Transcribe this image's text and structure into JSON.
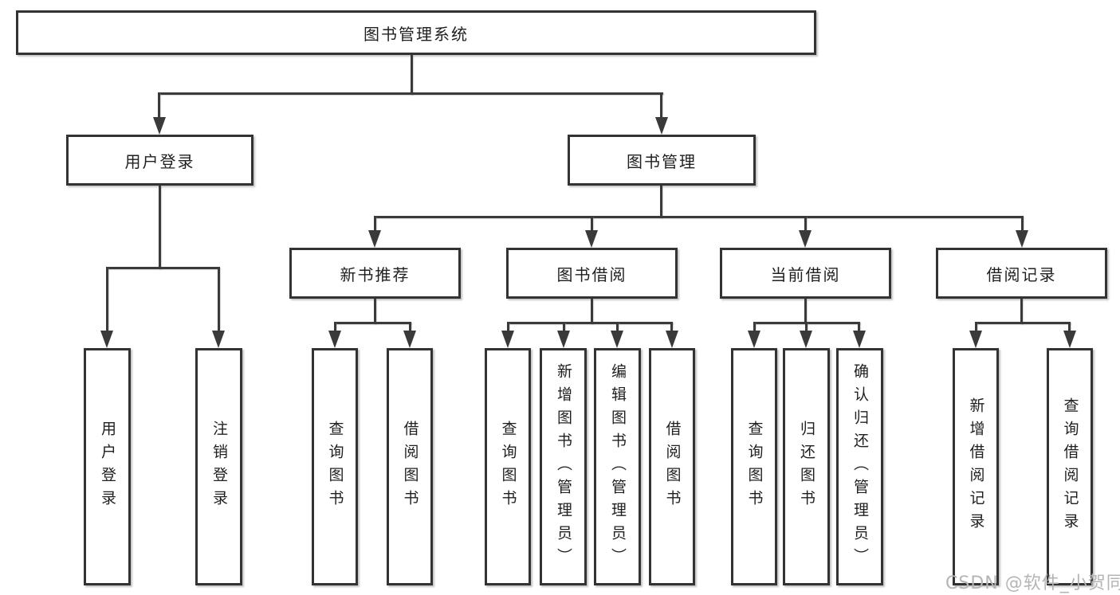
{
  "diagram": {
    "title": "图书管理系统",
    "level2": {
      "user_login": "用户登录",
      "book_mgmt": "图书管理"
    },
    "level3": {
      "new_books": "新书推荐",
      "borrowing": "图书借阅",
      "current": "当前借阅",
      "records": "借阅记录"
    },
    "leaves": {
      "user_login_login": "用户登录",
      "user_login_logout": "注销登录",
      "new_books_query": "查询图书",
      "new_books_borrow": "借阅图书",
      "borrowing_query": "查询图书",
      "borrowing_add": "新增图书（管理员）",
      "borrowing_edit": "编辑图书（管理员）",
      "borrowing_borrow": "借阅图书",
      "current_query": "查询图书",
      "current_return": "归还图书",
      "current_confirm": "确认归还（管理员）",
      "records_add": "新增借阅记录",
      "records_query": "查询借阅记录"
    },
    "colors": {
      "line": "#3a3a3a",
      "border": "#333333",
      "text": "#1f1f1f",
      "watermark": "#b5b5b5",
      "background": "#ffffff"
    },
    "watermark": "CSDN @软件_小贺同学"
  }
}
